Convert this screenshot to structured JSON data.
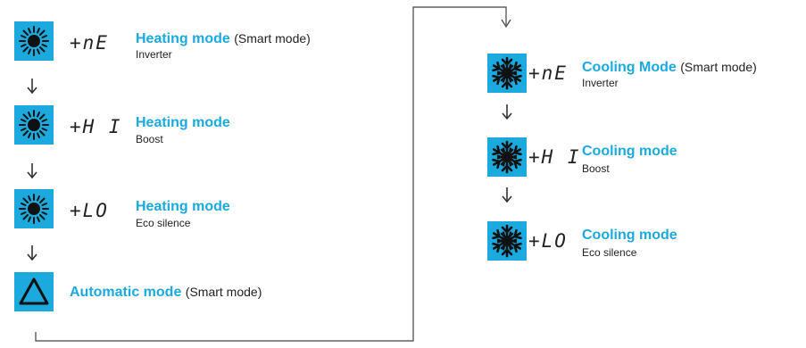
{
  "left_column": [
    {
      "icon": "sun-icon",
      "code": "+nE",
      "title": "Heating mode",
      "tag": "(Smart mode)",
      "sub": "Inverter"
    },
    {
      "icon": "sun-icon",
      "code": "+H I",
      "title": "Heating mode",
      "tag": "",
      "sub": "Boost"
    },
    {
      "icon": "sun-icon",
      "code": "+LO",
      "title": "Heating mode",
      "tag": "",
      "sub": "Eco silence"
    },
    {
      "icon": "triangle-icon",
      "code": "",
      "title": "Automatic mode",
      "tag": "(Smart mode)",
      "sub": ""
    }
  ],
  "right_column": [
    {
      "icon": "snowflake-icon",
      "code": "+nE",
      "title": "Cooling Mode",
      "tag": "(Smart mode)",
      "sub": "Inverter"
    },
    {
      "icon": "snowflake-icon",
      "code": "+H I",
      "title": "Cooling mode",
      "tag": "",
      "sub": "Boost"
    },
    {
      "icon": "snowflake-icon",
      "code": "+LO",
      "title": "Cooling mode",
      "tag": "",
      "sub": "Eco silence"
    }
  ],
  "colors": {
    "accent": "#1ba9de",
    "text": "#222222",
    "line": "#444444"
  }
}
